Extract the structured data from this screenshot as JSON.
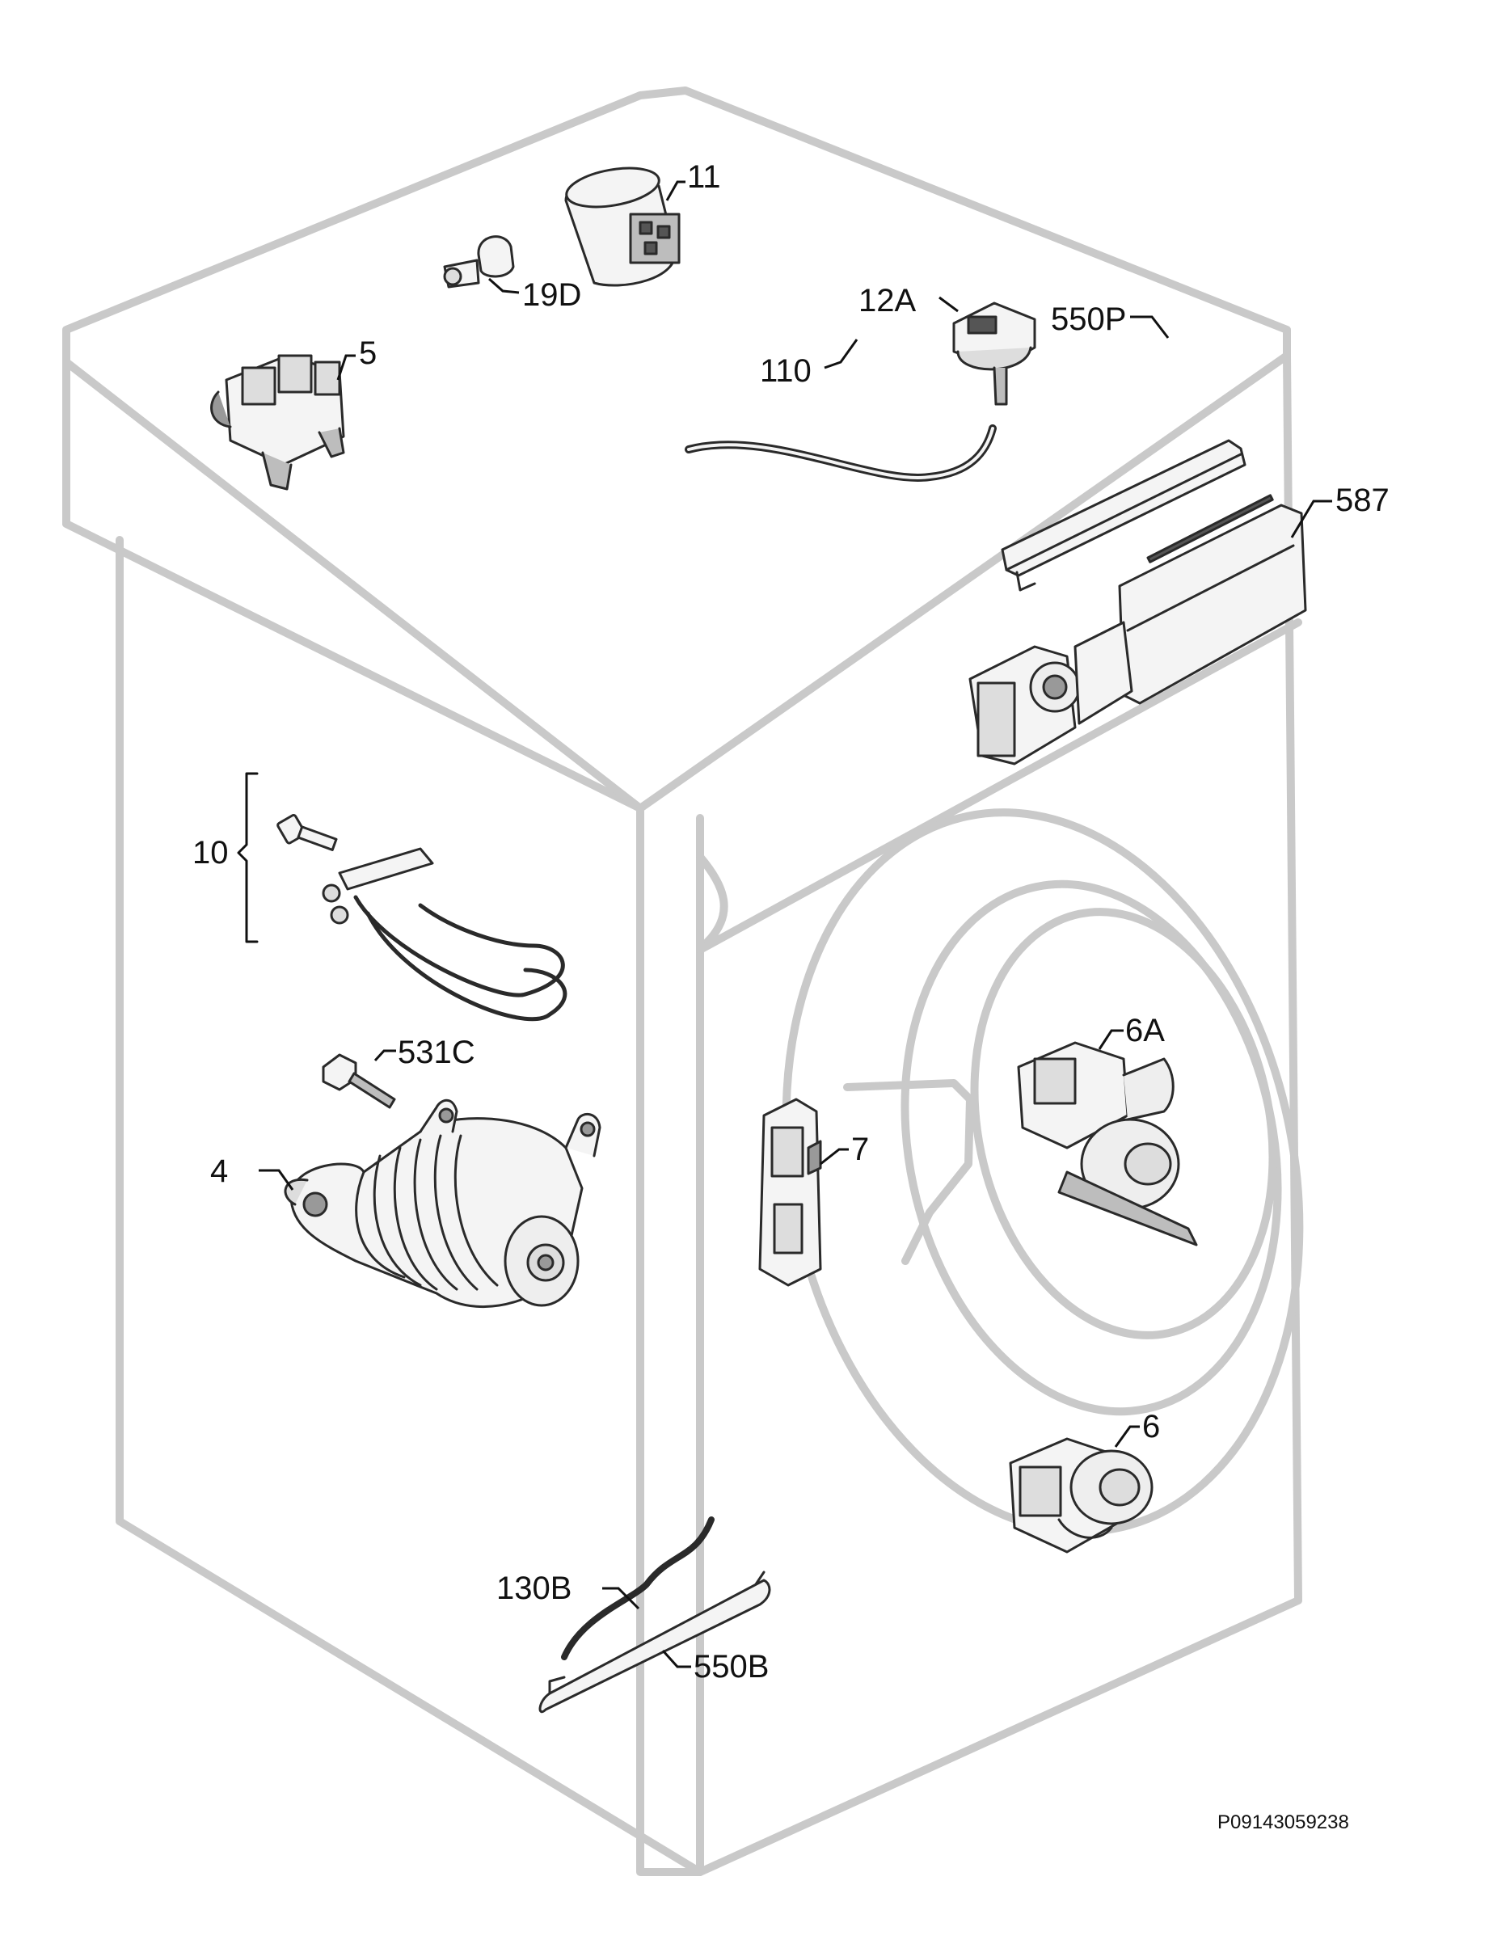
{
  "colors": {
    "cabinet_outline": "#c9c9c9",
    "part_stroke": "#2a2a2a",
    "part_fill": "#f4f4f4",
    "part_shade": "#bdbdbd",
    "label": "#111111"
  },
  "callouts": {
    "capacitor": "11",
    "thermostat": "19D",
    "pressure_switch": "12A",
    "inlet_valve": "5",
    "pressure_hose": "110",
    "front_panel_strip": "550P",
    "control_board": "587",
    "heater_kit": "10",
    "motor_bolt": "531C",
    "motor": "4",
    "drain_pump_a": "6A",
    "door_lock": "7",
    "drain_pump": "6",
    "gasket": "130B",
    "bottom_strip": "550B"
  },
  "document_id": "P09143059238"
}
